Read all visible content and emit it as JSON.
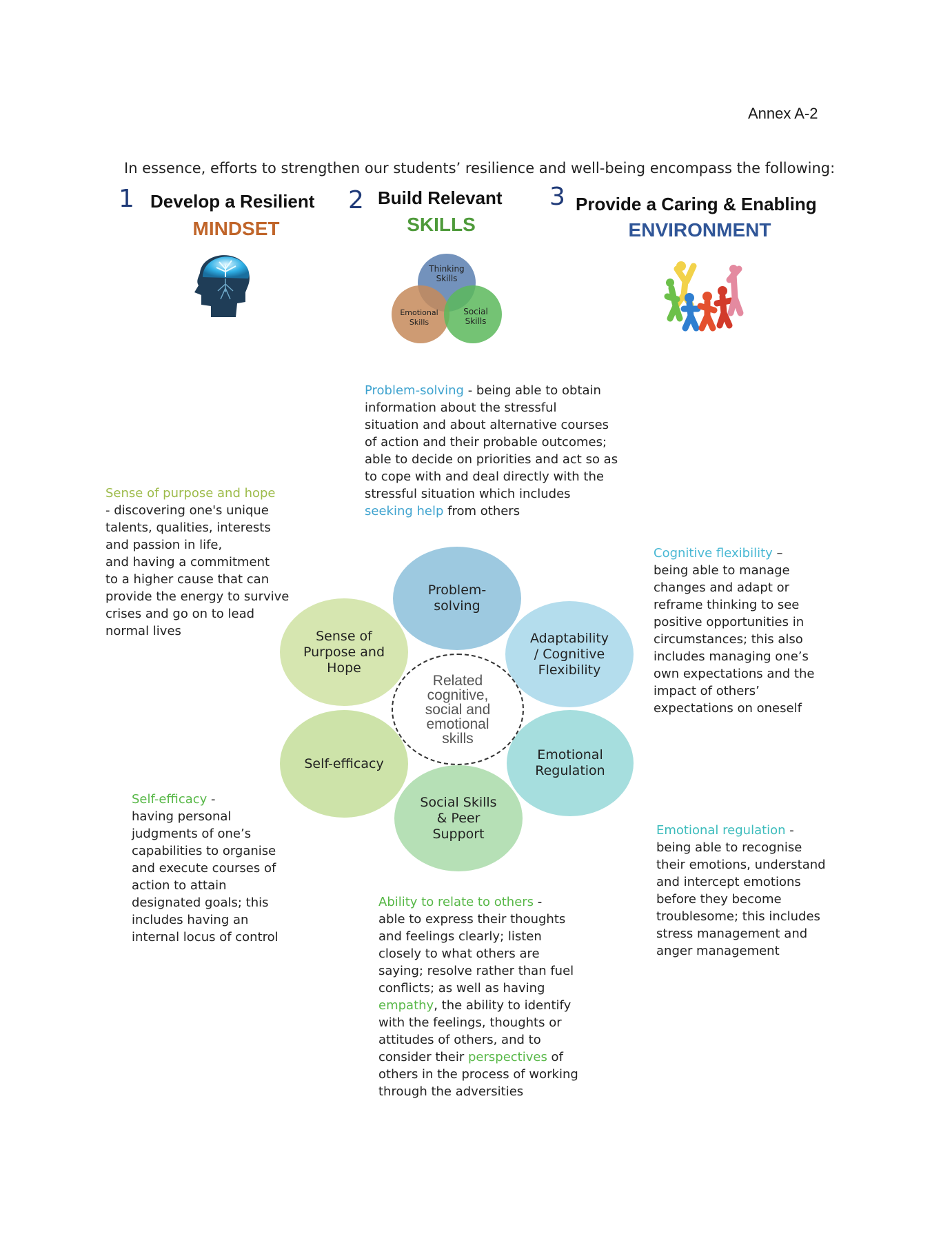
{
  "annex_label": "Annex A-2",
  "intro": "In essence, efforts to strengthen our students’ resilience and well-being encompass the following:",
  "pillars": [
    {
      "number": "1",
      "title": "Develop a Resilient",
      "keyword": "MINDSET",
      "color": "#c0652a",
      "icon": "head-tree-icon"
    },
    {
      "number": "2",
      "title": "Build Relevant",
      "keyword": "SKILLS",
      "color": "#4e9a3a",
      "icon": "skills-venn-icon"
    },
    {
      "number": "3",
      "title": "Provide a Caring & Enabling",
      "keyword": "ENVIRONMENT",
      "color": "#2f5597",
      "icon": "people-circle-icon"
    }
  ],
  "venn": {
    "thinking": [
      "Thinking",
      "Skills"
    ],
    "emotional": [
      "Emotional",
      "Skills"
    ],
    "social": [
      "Social",
      "Skills"
    ]
  },
  "center_label": [
    "Related",
    "cognitive,",
    "social and",
    "emotional",
    "skills"
  ],
  "petals": {
    "problem_solving": [
      "Problem-",
      "solving"
    ],
    "adaptability": [
      "Adaptability",
      "/ Cognitive",
      "Flexibility"
    ],
    "emotional_regulation": [
      "Emotional",
      "Regulation"
    ],
    "social_skills": [
      "Social Skills",
      "& Peer",
      "Support"
    ],
    "self_efficacy": [
      "Self-efficacy"
    ],
    "sense_of_purpose": [
      "Sense of",
      "Purpose and",
      "Hope"
    ]
  },
  "descriptions": {
    "problem_solving": {
      "title": "Problem-solving",
      "lines": [
        " - being able to obtain",
        "information about the stressful",
        "situation and about alternative courses",
        "of action and their probable outcomes;",
        "able to decide on priorities and act so as",
        "to cope with and deal directly with the",
        "stressful situation which includes"
      ],
      "last_highlight": "seeking help",
      "last_rest": " from others",
      "color": "#3fa3cf"
    },
    "sense_of_purpose": {
      "title": "Sense of purpose and hope",
      "lines": [
        "- discovering one's unique",
        "talents, qualities, interests",
        "and passion in life,",
        "and  having a commitment",
        "to a higher cause that can",
        "provide the energy to survive",
        "crises and go on to lead",
        "normal lives"
      ],
      "color": "#9dbb4a"
    },
    "cognitive_flexibility": {
      "title": "Cognitive flexibility",
      "title_suffix": " –",
      "lines": [
        "being able to manage",
        "changes and adapt or",
        "reframe thinking to see",
        "positive opportunities in",
        "circumstances; this also",
        "includes managing one’s",
        "own expectations and the",
        "impact of others’",
        "expectations on oneself"
      ],
      "color": "#49b8d4"
    },
    "self_efficacy": {
      "title": "Self-efficacy",
      "title_suffix": " -",
      "lines": [
        "having personal",
        "judgments of one’s",
        "capabilities to organise",
        "and execute courses of",
        "action to attain",
        "designated goals; this",
        "includes having an",
        "internal locus of control"
      ],
      "color": "#58b848"
    },
    "emotional_regulation": {
      "title": "Emotional regulation",
      "title_suffix": " -",
      "lines": [
        "being able to recognise",
        "their emotions, understand",
        "and intercept emotions",
        "before they become",
        "troublesome; this includes",
        "stress management and",
        "anger management"
      ],
      "color": "#3cbcbc"
    },
    "relate_to_others": {
      "title": "Ability to relate to others",
      "title_suffix": " -",
      "lines": [
        "able to express their thoughts",
        "and feelings clearly; listen",
        "closely to what others are",
        "saying; resolve rather than fuel",
        "conflicts; as well as having"
      ],
      "l6_highlight": "empathy",
      "l6_rest": ", the ability to identify",
      "lines2": [
        "with the feelings, thoughts or",
        "attitudes of others, and to"
      ],
      "l9_pre": "consider their ",
      "l9_highlight": "perspectives",
      "l9_rest": " of",
      "lines3": [
        "others in the process of working",
        "through the adversities"
      ],
      "color": "#58b848"
    }
  }
}
